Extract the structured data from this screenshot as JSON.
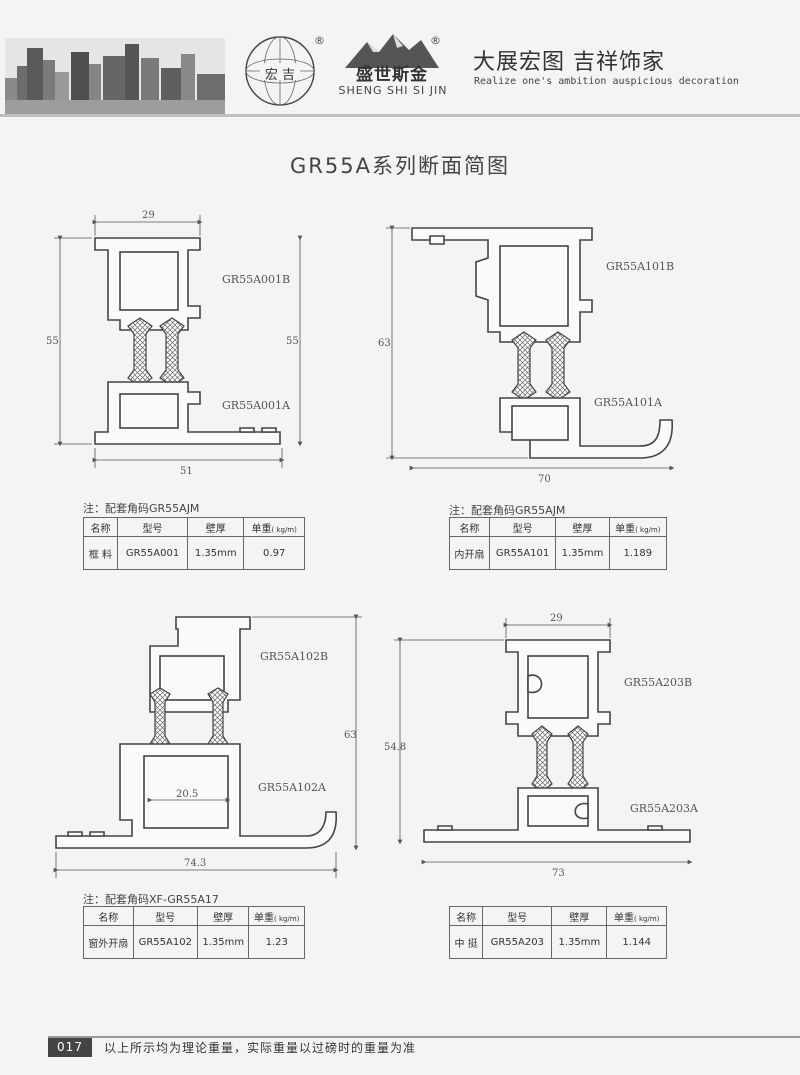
{
  "header": {
    "logo_text": "宏 吉",
    "brand": "盛世斯金",
    "brand_pinyin": "SHENG SHI SI JIN",
    "registered": "®",
    "slogan_cn": "大展宏图  吉祥饰家",
    "slogan_en": "Realize one's ambition auspicious decoration"
  },
  "page": {
    "title": "GR55A系列断面简图"
  },
  "diagrams": [
    {
      "id": "d1",
      "upper": "GR55A001B",
      "lower": "GR55A001A",
      "dim_top": "29",
      "dim_bottom": "51",
      "dim_left": "55",
      "dim_right": "55"
    },
    {
      "id": "d2",
      "upper": "GR55A101B",
      "lower": "GR55A101A",
      "dim_bottom": "70",
      "dim_left": "63"
    },
    {
      "id": "d3",
      "upper": "GR55A102B",
      "lower": "GR55A102A",
      "dim_bottom": "74.3",
      "dim_right": "63",
      "dim_inner": "20.5"
    },
    {
      "id": "d4",
      "upper": "GR55A203B",
      "lower": "GR55A203A",
      "dim_top": "29",
      "dim_bottom": "73",
      "dim_left": "54.8"
    }
  ],
  "tables": [
    {
      "note": "注：配套角码GR55AJM",
      "headers": [
        "名称",
        "型号",
        "壁厚",
        "单重"
      ],
      "unit": "( kg/m)",
      "row": [
        "框 料",
        "GR55A001",
        "1.35mm",
        "0.97"
      ]
    },
    {
      "note": "注：配套角码GR55AJM",
      "headers": [
        "名称",
        "型号",
        "壁厚",
        "单重"
      ],
      "unit": "( kg/m)",
      "row": [
        "内开扇",
        "GR55A101",
        "1.35mm",
        "1.189"
      ]
    },
    {
      "note": "注：配套角码XF-GR55A17",
      "headers": [
        "名称",
        "型号",
        "壁厚",
        "单重"
      ],
      "unit": "( kg/m)",
      "row": [
        "窗外开扇",
        "GR55A102",
        "1.35mm",
        "1.23"
      ]
    },
    {
      "note": "",
      "headers": [
        "名称",
        "型号",
        "壁厚",
        "单重"
      ],
      "unit": "( kg/m)",
      "row": [
        "中 挺",
        "GR55A203",
        "1.35mm",
        "1.144"
      ]
    }
  ],
  "footer": {
    "page_number": "017",
    "text": "以上所示均为理论重量，实际重量以过磅时的重量为准"
  },
  "colors": {
    "ink": "#333333",
    "footer_badge": "#444444"
  }
}
